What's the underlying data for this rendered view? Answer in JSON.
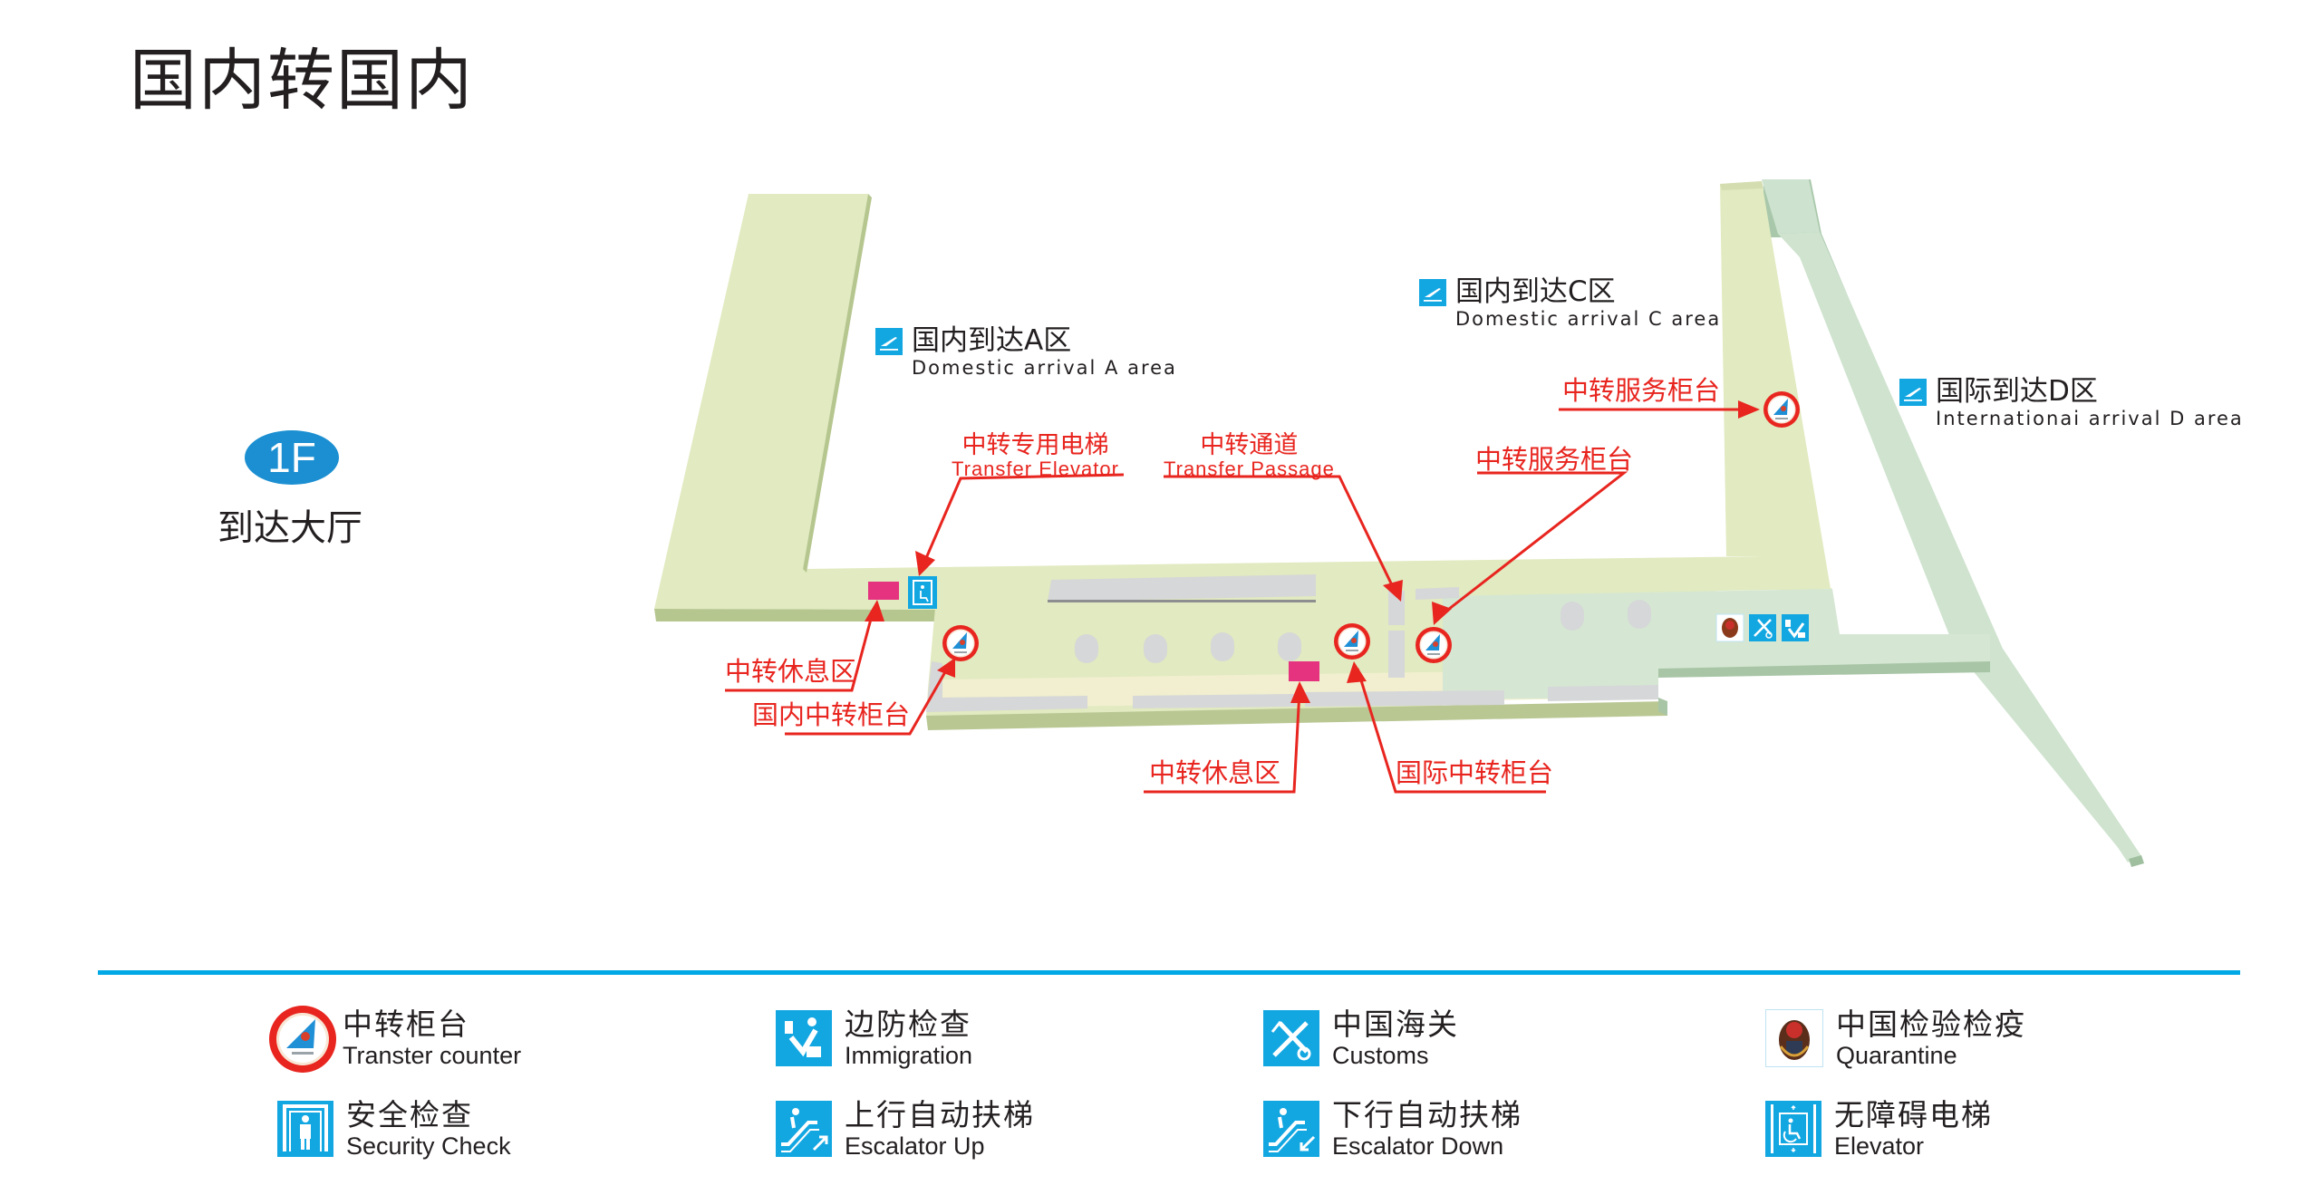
{
  "page": {
    "title": "国内转国内"
  },
  "floor": {
    "badge": "1F",
    "name": "到达大厅"
  },
  "areas": [
    {
      "icon": "arrival-plane-icon",
      "cn": "国内到达A区",
      "en": "Domestic arrival A area"
    },
    {
      "icon": "arrival-plane-icon",
      "cn": "国内到达C区",
      "en": "Domestic arrival C area"
    },
    {
      "icon": "arrival-plane-icon",
      "cn": "国际到达D区",
      "en": "Internationai arrival D area"
    }
  ],
  "callouts": {
    "transfer_elevator": {
      "cn": "中转专用电梯",
      "en": "Transfer Elevator"
    },
    "transfer_passage": {
      "cn": "中转通道",
      "en": "Transfer Passage"
    },
    "service_counter_center": {
      "cn": "中转服务柜台"
    },
    "service_counter_c": {
      "cn": "中转服务柜台"
    },
    "lounge_left": {
      "cn": "中转休息区"
    },
    "domestic_counter": {
      "cn": "国内中转柜台"
    },
    "lounge_center": {
      "cn": "中转休息区"
    },
    "international_counter": {
      "cn": "国际中转柜台"
    }
  },
  "colors": {
    "domestic_floor": "#e1eac0",
    "domestic_edge": "#b6c68f",
    "international_floor": "#cfe3cf",
    "international_edge": "#9fbf9f",
    "callout_red": "#e8251f",
    "icon_blue": "#13a7e2",
    "lounge_pink": "#e5337f",
    "rule_blue": "#00a9e6"
  },
  "legend": [
    {
      "icon": "transfer-counter-icon",
      "cn": "中转柜台",
      "en": "Transter counter"
    },
    {
      "icon": "immigration-icon",
      "cn": "边防检查",
      "en": "Immigration"
    },
    {
      "icon": "customs-icon",
      "cn": "中国海关",
      "en": "Customs"
    },
    {
      "icon": "quarantine-icon",
      "cn": "中国检验检疫",
      "en": "Quarantine"
    },
    {
      "icon": "security-check-icon",
      "cn": "安全检查",
      "en": "Security Check"
    },
    {
      "icon": "escalator-up-icon",
      "cn": "上行自动扶梯",
      "en": "Escalator Up"
    },
    {
      "icon": "escalator-down-icon",
      "cn": "下行自动扶梯",
      "en": "Escalator Down"
    },
    {
      "icon": "elevator-icon",
      "cn": "无障碍电梯",
      "en": "Elevator"
    }
  ]
}
